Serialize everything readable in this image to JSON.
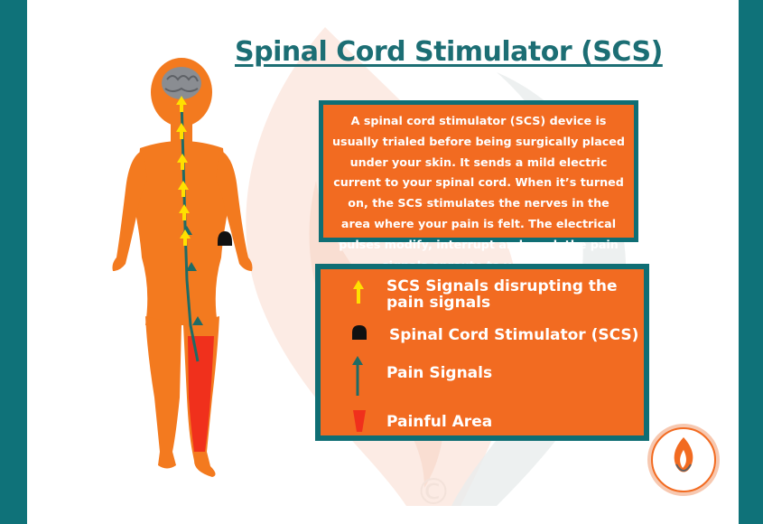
{
  "title": "Spinal Cord Stimulator (SCS)",
  "info_text": "A spinal cord stimulator (SCS) device is usually trialed before being surgically placed under your skin. It sends a mild electric current to your spinal cord. When it’s turned on, the SCS stimulates the nerves in the area where your pain is felt. The electrical pulses modify, interrupt and mask the pain signals onroute to your brain.",
  "legend": {
    "items": [
      {
        "label": "SCS Signals disrupting the pain signals",
        "icon": "yellow-arrow-icon"
      },
      {
        "label": "Spinal Cord Stimulator (SCS)",
        "icon": "stimulator-device-icon"
      },
      {
        "label": "Pain Signals",
        "icon": "teal-arrow-icon"
      },
      {
        "label": "Painful Area",
        "icon": "red-leg-icon"
      }
    ]
  },
  "watermark": "©",
  "colors": {
    "frame": "#0f7279",
    "box_fill": "#f26b21",
    "box_border": "#0f6e74",
    "title": "#1c6e74",
    "body": "#f37a1f",
    "scs_signal": "#ffe000",
    "pain_signal": "#1f6b65",
    "painful_area": "#f0301c"
  }
}
